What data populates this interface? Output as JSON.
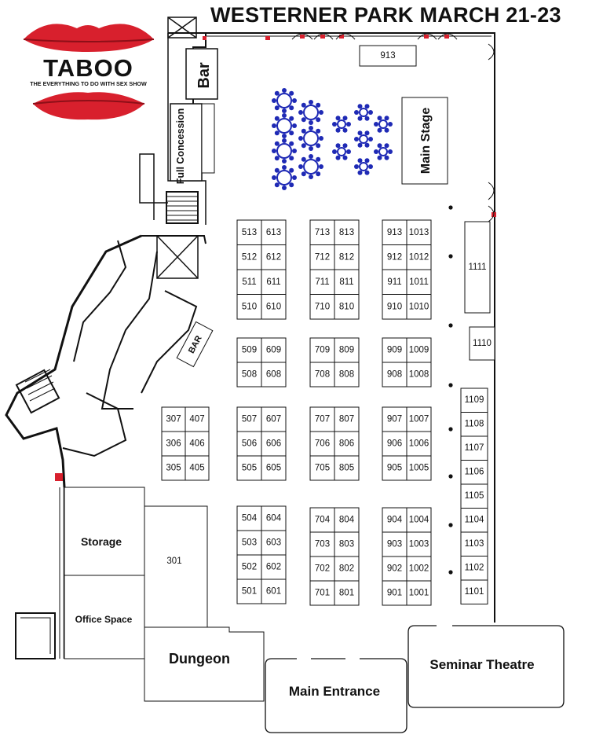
{
  "title": "WESTERNER PARK MARCH 21-23",
  "logo": {
    "name": "TABOO",
    "tagline": "THE EVERYTHING TO DO WITH SEX SHOW",
    "lip_color": "#d8202d"
  },
  "areas": {
    "bar_top": "Bar",
    "full_concession": "Full Concession",
    "main_stage": "Main Stage",
    "bar_side": "BAR",
    "storage": "Storage",
    "office_space": "Office Space",
    "dungeon": "Dungeon",
    "main_entrance": "Main Entrance",
    "seminar_theatre": "Seminar Theatre"
  },
  "booths": {
    "b913": "913",
    "b301": "301",
    "b1111": "1111",
    "b1110": "1110",
    "col_3a": [
      "307",
      "306",
      "305"
    ],
    "col_3b": [
      "407",
      "406",
      "405"
    ],
    "col_5a_1": [
      "513",
      "512",
      "511",
      "510"
    ],
    "col_5b_1": [
      "613",
      "612",
      "611",
      "610"
    ],
    "col_5a_2": [
      "509",
      "508"
    ],
    "col_5b_2": [
      "609",
      "608"
    ],
    "col_5a_3": [
      "507",
      "506",
      "505"
    ],
    "col_5b_3": [
      "607",
      "606",
      "605"
    ],
    "col_5a_4": [
      "504",
      "503",
      "502",
      "501"
    ],
    "col_5b_4": [
      "604",
      "603",
      "602",
      "601"
    ],
    "col_7a_1": [
      "713",
      "712",
      "711",
      "710"
    ],
    "col_7b_1": [
      "813",
      "812",
      "811",
      "810"
    ],
    "col_7a_2": [
      "709",
      "708"
    ],
    "col_7b_2": [
      "809",
      "808"
    ],
    "col_7a_3": [
      "707",
      "706",
      "705"
    ],
    "col_7b_3": [
      "807",
      "806",
      "805"
    ],
    "col_7a_4": [
      "704",
      "703",
      "702",
      "701"
    ],
    "col_7b_4": [
      "804",
      "803",
      "802",
      "801"
    ],
    "col_9a_1": [
      "913",
      "912",
      "911",
      "910"
    ],
    "col_9b_1": [
      "1013",
      "1012",
      "1011",
      "1010"
    ],
    "col_9a_2": [
      "909",
      "908"
    ],
    "col_9b_2": [
      "1009",
      "1008"
    ],
    "col_9a_3": [
      "907",
      "906",
      "905"
    ],
    "col_9b_3": [
      "1007",
      "1006",
      "1005"
    ],
    "col_9a_4": [
      "904",
      "903",
      "902",
      "901"
    ],
    "col_9b_4": [
      "1004",
      "1003",
      "1002",
      "1001"
    ],
    "col_11": [
      "1109",
      "1108",
      "1107",
      "1106",
      "1105",
      "1104",
      "1103",
      "1102",
      "1101"
    ]
  },
  "colors": {
    "table_blue": "#1f2ab5",
    "door_red": "#d8202d",
    "line": "#111111"
  }
}
